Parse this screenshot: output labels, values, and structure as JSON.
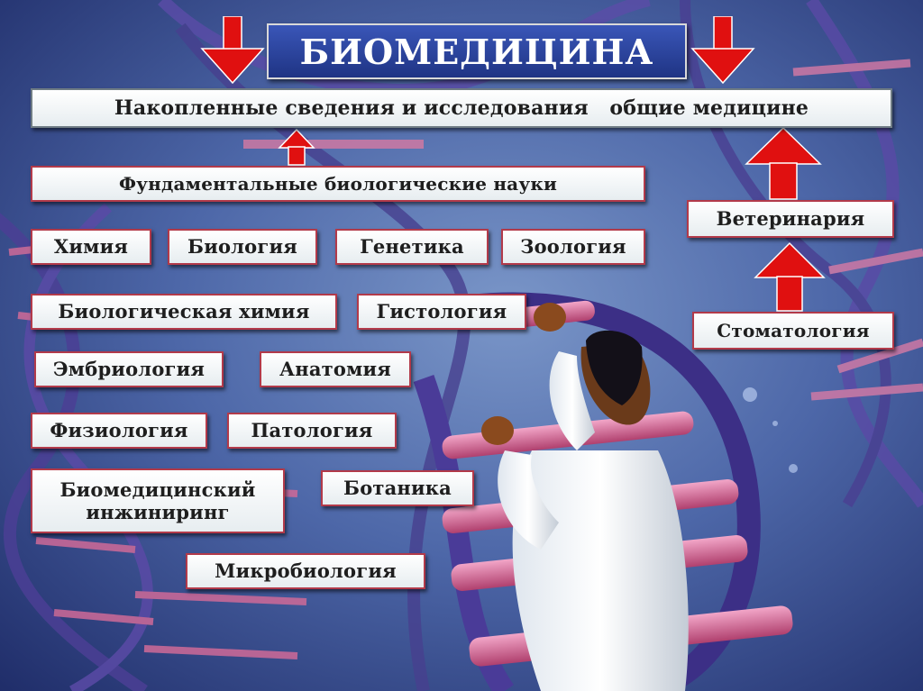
{
  "title": "БИОМЕДИЦИНА",
  "top_bar": "Накопленные сведения и исследования   общие медицине",
  "fundamental": "Фундаментальные биологические науки",
  "sciences": {
    "chemistry": "Химия",
    "biology": "Биология",
    "genetics": "Генетика",
    "zoology": "Зоология",
    "biochemistry": "Биологическая химия",
    "histology": "Гистология",
    "embryology": "Эмбриология",
    "anatomy": "Анатомия",
    "physiology": "Физиология",
    "pathology": "Патология",
    "bioengineering_line1": "Биомедицинский",
    "bioengineering_line2": "инжиниринг",
    "botany": "Ботаника",
    "microbiology": "Микробиология"
  },
  "applied": {
    "veterinary": "Ветеринария",
    "dentistry": "Стоматология"
  },
  "colors": {
    "title_bg": "#2a44a0",
    "box_border": "#b23a4a",
    "arrow_red": "#e01010",
    "background": "#3f5a96",
    "helix_pink": "#c85a8c",
    "helix_purple": "#4a3f92"
  },
  "icons": {
    "arrow": "down-arrow-icon / up-arrow-icon",
    "illustration": "scientist-climbing-dna"
  }
}
